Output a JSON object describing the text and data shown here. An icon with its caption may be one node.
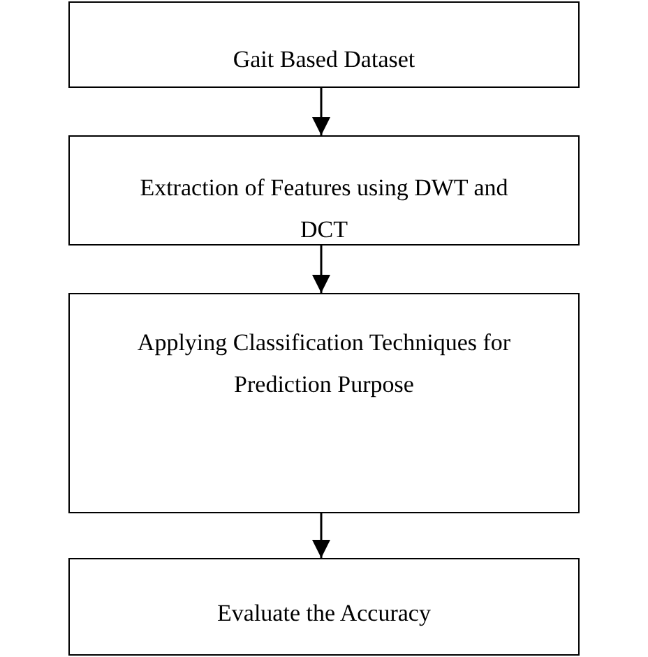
{
  "diagram": {
    "nodes": [
      {
        "text": [
          "Gait Based Dataset"
        ]
      },
      {
        "text": [
          "Extraction of Features using DWT and DCT"
        ]
      },
      {
        "text": [
          "Applying Classification Techniques for Prediction Purpose"
        ]
      },
      {
        "text": [
          "Evaluate the Accuracy"
        ]
      }
    ],
    "edges": [
      {
        "from": 0,
        "to": 1,
        "arrow": "to"
      },
      {
        "from": 1,
        "to": 2,
        "arrow": "to"
      },
      {
        "from": 2,
        "to": 3,
        "arrow": "to"
      }
    ]
  }
}
